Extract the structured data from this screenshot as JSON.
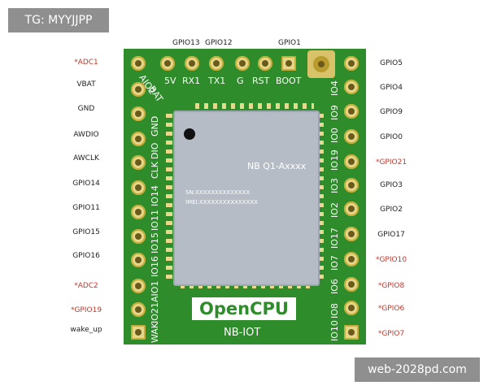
{
  "tag": "TG: MYYJJPP",
  "watermark": "web-2028pd.com",
  "top_labels": [
    "GPIO13",
    "GPIO12",
    "GPIO1"
  ],
  "left_labels": [
    "*ADC1",
    "VBAT",
    "GND",
    "AWDIO",
    "AWCLK",
    "GPIO14",
    "GPIO11",
    "GPIO15",
    "GPIO16",
    "*ADC2",
    "*GPIO19",
    "wake_up"
  ],
  "right_labels": [
    "GPIO5",
    "GPIO4",
    "GPIO9",
    "GPIO0",
    "*GPIO21",
    "GPIO3",
    "GPIO2",
    "GPIO17",
    "*GPIO10",
    "*GPIO8",
    "*GPIO6",
    "*GPIO7"
  ],
  "board": {
    "top_silk": [
      "5V",
      "RX1",
      "TX1",
      "G",
      "RST",
      "BOOT"
    ],
    "diag_silk": [
      "AIO2",
      "BAT"
    ],
    "left_silk": [
      "GND",
      "DIO",
      "CLK",
      "IO14",
      "IO11",
      "IO15",
      "IO16",
      "AIO1",
      "IO21",
      "WAK"
    ],
    "right_silk": [
      "IO4",
      "IO9",
      "IO0",
      "IO19",
      "IO3",
      "IO2",
      "IO17",
      "IO7",
      "IO6",
      "IO8",
      "IO10"
    ],
    "chip_label": "NB  Q1-Axxxx",
    "sn": "SN:XXXXXXXXXXXXXX",
    "imei": "IMEI:XXXXXXXXXXXXXXX",
    "brand": "OpenCPU",
    "model": "NB-IOT"
  },
  "colors": {
    "pcb": "#2e8c2a",
    "pad": "#e5d78a",
    "chip": "#b5bcc6",
    "label_red": "#c0392b"
  }
}
